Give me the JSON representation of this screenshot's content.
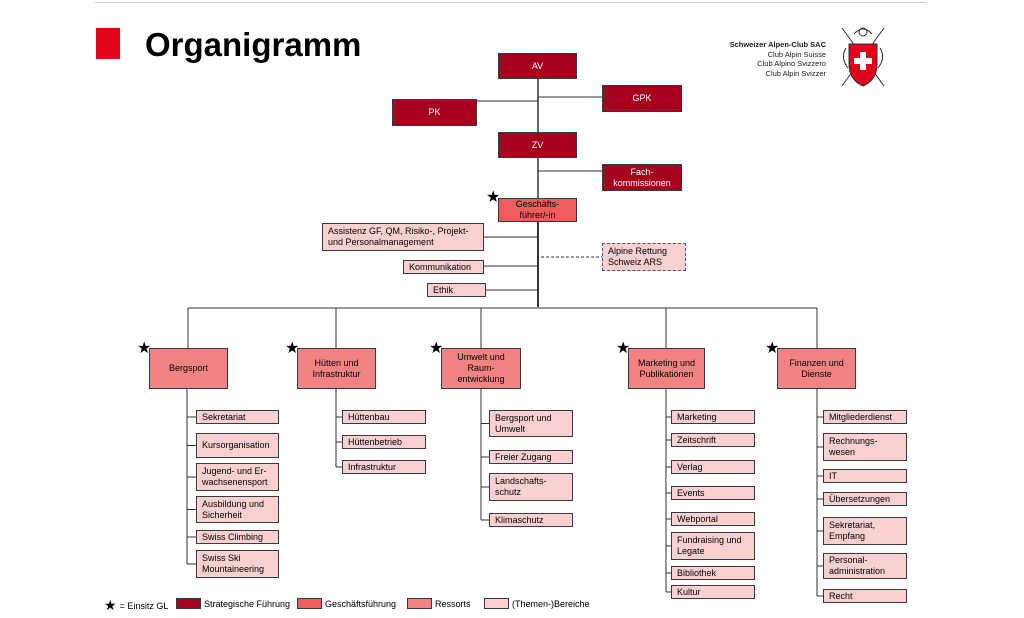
{
  "header": {
    "title": "Organigramm",
    "org": {
      "line1": "Schweizer Alpen-Club SAC",
      "line2": "Club Alpin Suisse",
      "line3": "Club Alpino Svizzero",
      "line4": "Club Alpin Svizzer"
    }
  },
  "top": {
    "av": "AV",
    "pk": "PK",
    "gpk": "GPK",
    "zv": "ZV",
    "fach": [
      "Fach-",
      "kommissionen"
    ],
    "gf": [
      "Geschäfts-",
      "führer/-in"
    ]
  },
  "staff": {
    "assistenz": [
      "Assistenz GF, QM, Risiko-, Projekt-",
      "und Personalmanagement"
    ],
    "kommunikation": "Kommunikation",
    "ethik": "Ethik",
    "ars": [
      "Alpine Rettung",
      "Schweiz ARS"
    ]
  },
  "ressorts": {
    "bergsport": {
      "label": [
        "Bergsport"
      ],
      "items": [
        [
          "Sekretariat"
        ],
        [
          "Kursorganisation"
        ],
        [
          "Jugend- und Er-",
          "wachsenensport"
        ],
        [
          "Ausbildung und",
          "Sicherheit"
        ],
        [
          "Swiss Climbing"
        ],
        [
          "Swiss Ski",
          "Mountaineering"
        ]
      ]
    },
    "huetten": {
      "label": [
        "Hütten und",
        "Infrastruktur"
      ],
      "items": [
        [
          "Hüttenbau"
        ],
        [
          "Hüttenbetrieb"
        ],
        [
          "Infrastruktur"
        ]
      ]
    },
    "umwelt": {
      "label": [
        "Umwelt und",
        "Raum-",
        "entwicklung"
      ],
      "items": [
        [
          "Bergsport und",
          "Umwelt"
        ],
        [
          "Freier Zugang"
        ],
        [
          "Landschafts-",
          "schutz"
        ],
        [
          "Klimaschutz"
        ]
      ]
    },
    "marketing": {
      "label": [
        "Marketing und",
        "Publikationen"
      ],
      "items": [
        [
          "Marketing"
        ],
        [
          "Zeitschrift"
        ],
        [
          "Verlag"
        ],
        [
          "Events"
        ],
        [
          "Webportal"
        ],
        [
          "Fundraising und",
          "Legate"
        ],
        [
          "Bibliothek"
        ],
        [
          "Kultur"
        ]
      ]
    },
    "finanzen": {
      "label": [
        "Finanzen und",
        "Dienste"
      ],
      "items": [
        [
          "Mitgliederdienst"
        ],
        [
          "Rechnungs-",
          "wesen"
        ],
        [
          "IT"
        ],
        [
          "Übersetzungen"
        ],
        [
          "Sekretariat,",
          "Empfang"
        ],
        [
          "Personal-",
          "administration"
        ],
        [
          "Recht"
        ]
      ]
    }
  },
  "legend": {
    "star": "= Einsitz GL",
    "strategisch": "Strategische Führung",
    "gf": "Geschäftsführung",
    "ressorts": "Ressorts",
    "bereiche": "(Themen-)Bereiche"
  },
  "colors": {
    "strategisch": "#a6001f",
    "geschaeftsfuehrung": "#f15b5b",
    "ressorts": "#f38383",
    "bereiche": "#fbd0d0",
    "accent": "#e3001b"
  }
}
